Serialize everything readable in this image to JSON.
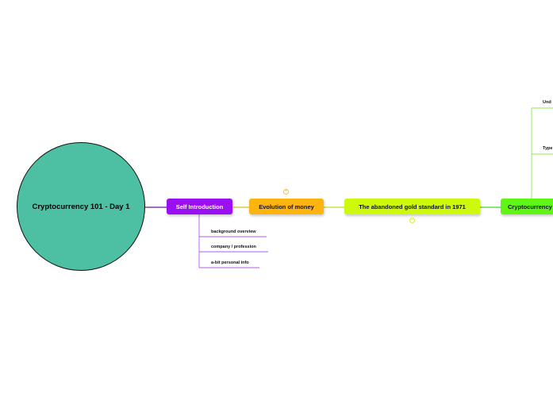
{
  "root": {
    "label": "Cryptocurrency 101 - Day 1"
  },
  "nodes": {
    "self_intro": {
      "label": "Self Introduction",
      "color": "#9b0ff3"
    },
    "evolution": {
      "label": "Evolution of money",
      "color": "#fdb40f"
    },
    "gold_standard": {
      "label": "The  abandoned gold standard in 1971",
      "color": "#cdf90a"
    },
    "crypto": {
      "label": "Cryptocurrency",
      "color": "#5ff514"
    }
  },
  "leaves": {
    "background": "background overview",
    "company": "company / profession",
    "personal": "a-bit personal info",
    "und": "Und",
    "type": "Type"
  },
  "colors": {
    "root_line": "#6b1a8c",
    "purple_line": "#b25ce6",
    "orange_line": "#e8a61a",
    "yellow_line": "#b6e418",
    "green_line": "#7de04a"
  }
}
